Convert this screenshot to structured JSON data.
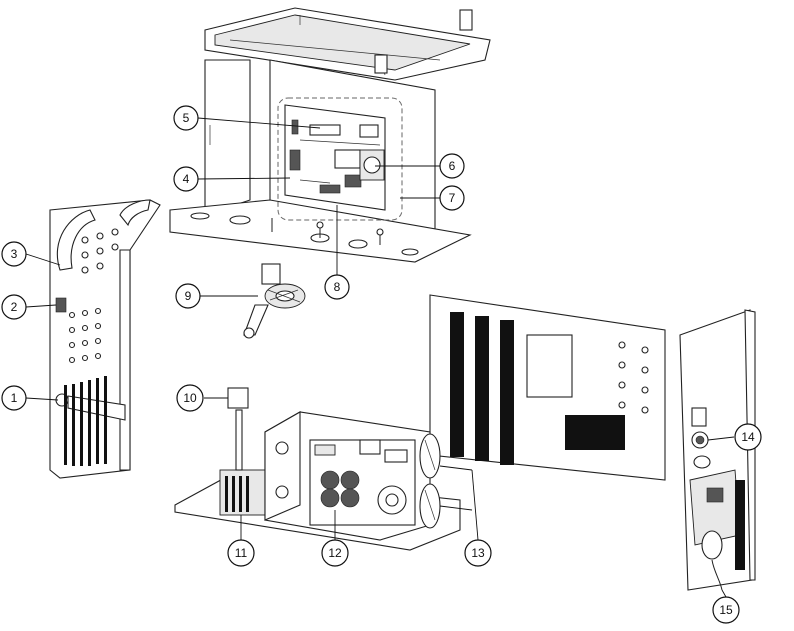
{
  "callouts": [
    {
      "id": "1",
      "label": "1"
    },
    {
      "id": "2",
      "label": "2"
    },
    {
      "id": "3",
      "label": "3"
    },
    {
      "id": "4",
      "label": "4"
    },
    {
      "id": "5",
      "label": "5"
    },
    {
      "id": "6",
      "label": "6"
    },
    {
      "id": "7",
      "label": "7"
    },
    {
      "id": "8",
      "label": "8"
    },
    {
      "id": "9",
      "label": "9"
    },
    {
      "id": "10",
      "label": "10"
    },
    {
      "id": "11",
      "label": "11"
    },
    {
      "id": "12",
      "label": "12"
    },
    {
      "id": "13",
      "label": "13"
    },
    {
      "id": "14",
      "label": "14"
    },
    {
      "id": "15",
      "label": "15"
    }
  ],
  "colors": {
    "line": "#222222",
    "background": "#ffffff",
    "shade": "#e8e8e8"
  }
}
